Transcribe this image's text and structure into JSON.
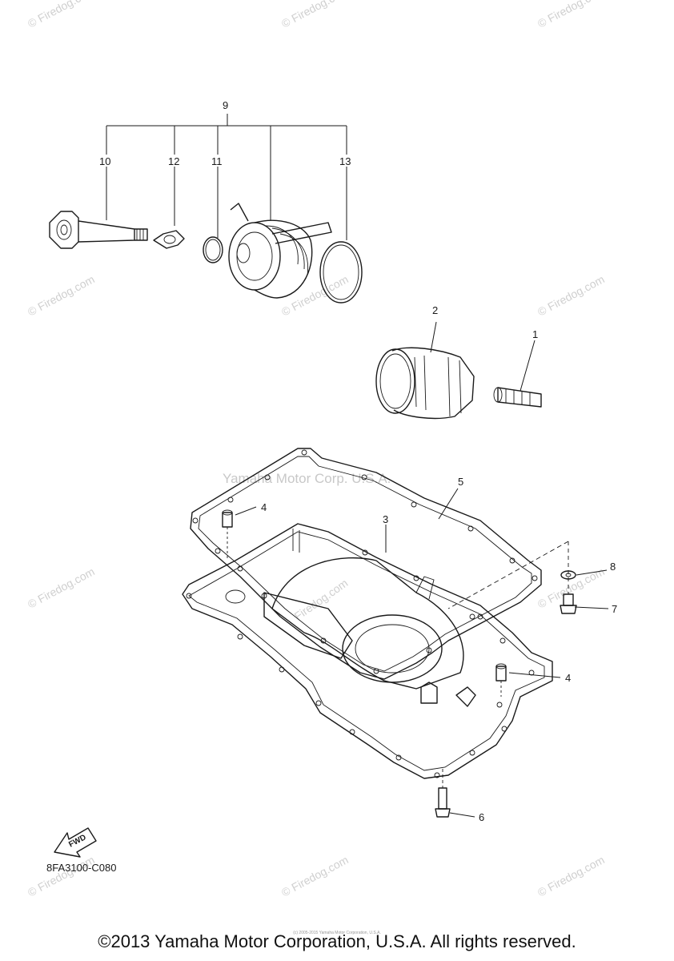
{
  "watermark": {
    "site": "© Firedog.com",
    "center": "Yamaha Motor Corp. U.S.A.",
    "inline": "Firedog.com"
  },
  "callouts": {
    "c1": "1",
    "c2": "2",
    "c3": "3",
    "c4a": "4",
    "c4b": "4",
    "c5": "5",
    "c6": "6",
    "c7": "7",
    "c8": "8",
    "c9": "9",
    "c10": "10",
    "c11": "11",
    "c12": "12",
    "c13": "13"
  },
  "fwd_label": "FWD",
  "diagram_code": "8FA3100-C080",
  "tiny_notice": "(c) 2005-2015 Yamaha Motor Corporation, U.S.A.",
  "copyright": "©2013 Yamaha Motor Corporation, U.S.A. All rights reserved."
}
